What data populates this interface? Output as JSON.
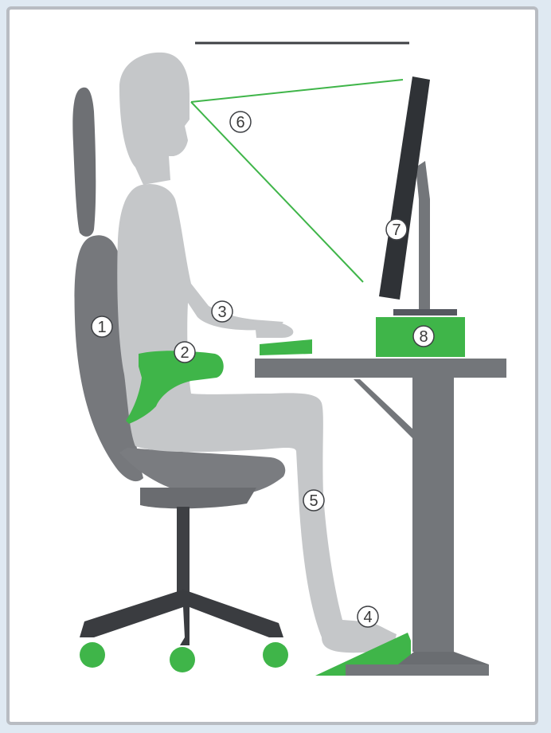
{
  "colors": {
    "accent_green": "#3fb549",
    "figure_light": "#c4c6c8",
    "chair_mid": "#7a7c80",
    "chair_dark": "#3e4044",
    "desk": "#73767a",
    "monitor": "#2f3236"
  },
  "markers": [
    {
      "id": "1",
      "label": "1"
    },
    {
      "id": "2",
      "label": "2"
    },
    {
      "id": "3",
      "label": "3"
    },
    {
      "id": "4",
      "label": "4"
    },
    {
      "id": "5",
      "label": "5"
    },
    {
      "id": "6",
      "label": "6"
    },
    {
      "id": "7",
      "label": "7"
    },
    {
      "id": "8",
      "label": "8"
    }
  ]
}
